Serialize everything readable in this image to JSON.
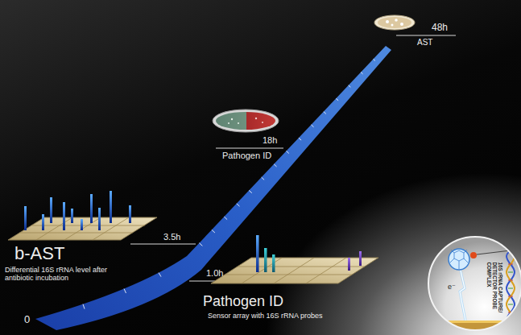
{
  "diagram": {
    "nodes": [
      {
        "text": [
          "e⁻",
          "16S rRNA CAPTURE/ DETECTOR PROBE COMPLEX"
        ]
      }
    ],
    "labels": [
      "48h",
      "AST",
      "18h",
      "Pathogen ID",
      "3.5h",
      "b-AST",
      "Differential 16S rRNA level after antibiotic incubation",
      "1.0h",
      "0",
      "Pathogen ID",
      "Sensor array with 16S rRNA probes"
    ]
  }
}
